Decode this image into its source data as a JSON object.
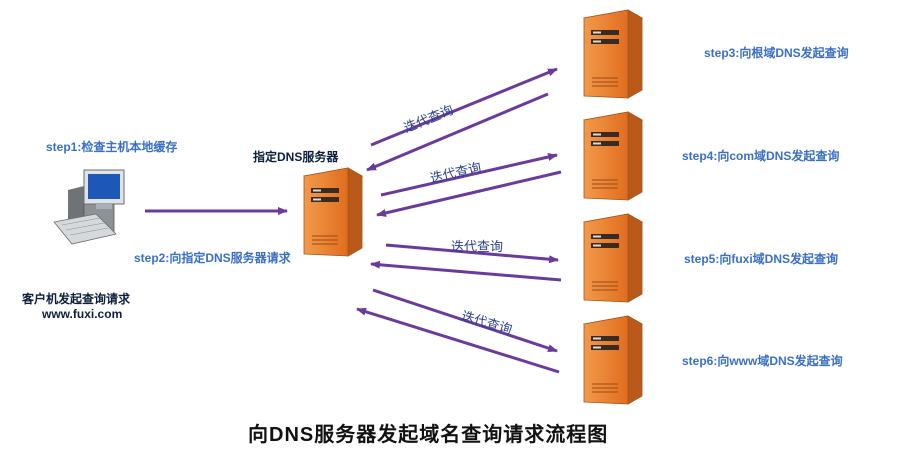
{
  "title": "向DNS服务器发起域名查询请求流程图",
  "client": {
    "label": "客户机发起查询请求",
    "url": "www.fuxi.com"
  },
  "dns_server": {
    "label": "指定DNS服务器"
  },
  "steps": {
    "step1": "step1:检查主机本地缓存",
    "step2": "step2:向指定DNS服务器请求",
    "step3": "step3:向根域DNS发起查询",
    "step4": "step4:向com域DNS发起查询",
    "step5": "step5:向fuxi域DNS发起查询",
    "step6": "step6:向www域DNS发起查询"
  },
  "iterative_query_labels": [
    "迭代查询",
    "迭代查询",
    "迭代查询",
    "迭代查询"
  ],
  "colors": {
    "arrow": "#6a3a9c",
    "server_body": "#e8782a",
    "server_side": "#b95a1a",
    "step_text": "#3a6fc4"
  }
}
